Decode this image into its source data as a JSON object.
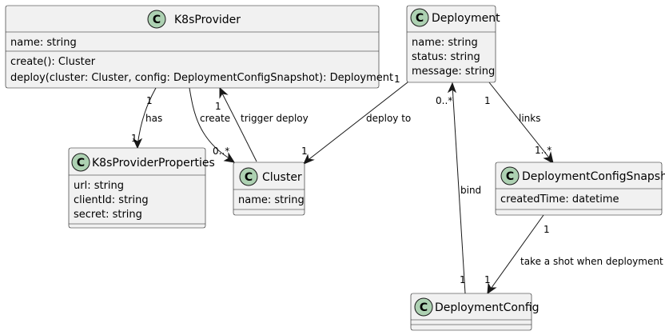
{
  "classes": {
    "k8s_provider": {
      "glyph": "C",
      "name": "K8sProvider",
      "fields": [
        "name: string"
      ],
      "methods": [
        "create(): Cluster",
        "deploy(cluster: Cluster, config: DeploymentConfigSnapshot): Deployment"
      ]
    },
    "deployment": {
      "glyph": "C",
      "name": "Deployment",
      "fields": [
        "name: string",
        "status: string",
        "message: string"
      ]
    },
    "k8s_provider_properties": {
      "glyph": "C",
      "name": "K8sProviderProperties",
      "fields": [
        "url: string",
        "clientId: string",
        "secret: string"
      ]
    },
    "cluster": {
      "glyph": "C",
      "name": "Cluster",
      "fields": [
        "name: string"
      ]
    },
    "deployment_config_snapshot": {
      "glyph": "C",
      "name": "DeploymentConfigSnapshot",
      "fields": [
        "createdTime: datetime"
      ]
    },
    "deployment_config": {
      "glyph": "C",
      "name": "DeploymentConfig",
      "fields": []
    }
  },
  "relations": {
    "has": {
      "label": "has",
      "from_mult": "1",
      "to_mult": "1"
    },
    "create": {
      "label": "create",
      "to_mult": "0..*"
    },
    "trigger_deploy": {
      "label": "trigger deploy",
      "to_mult": "1"
    },
    "deploy_to": {
      "label": "deploy to",
      "from_mult": "1",
      "to_mult": "1"
    },
    "links": {
      "label": "links",
      "from_mult": "1",
      "to_mult": "1..*"
    },
    "bind": {
      "label": "bind",
      "from_mult": "1",
      "to_mult": "0..*"
    },
    "take_shot": {
      "label": "take a shot when deployment",
      "from_mult": "1",
      "to_mult": "1"
    }
  }
}
